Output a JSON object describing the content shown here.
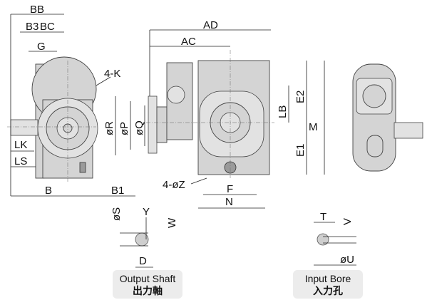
{
  "dimensions": {
    "BB": "BB",
    "B3": "B3",
    "BC": "BC",
    "G": "G",
    "K": "4-K",
    "LK": "LK",
    "LS": "LS",
    "B": "B",
    "B1": "B1",
    "R": "øR",
    "P": "øP",
    "Q": "øQ",
    "AD": "AD",
    "AC": "AC",
    "LB": "LB",
    "E2": "E2",
    "M": "M",
    "E1": "E1",
    "Z": "4-øZ",
    "F": "F",
    "N": "N",
    "S": "øS",
    "Y": "Y",
    "W": "W",
    "D": "D",
    "T": "T",
    "V": "V",
    "U": "øU"
  },
  "captions": {
    "output_shaft_en": "Output Shaft",
    "output_shaft_zh": "出力軸",
    "input_bore_en": "Input Bore",
    "input_bore_zh": "入力孔"
  }
}
